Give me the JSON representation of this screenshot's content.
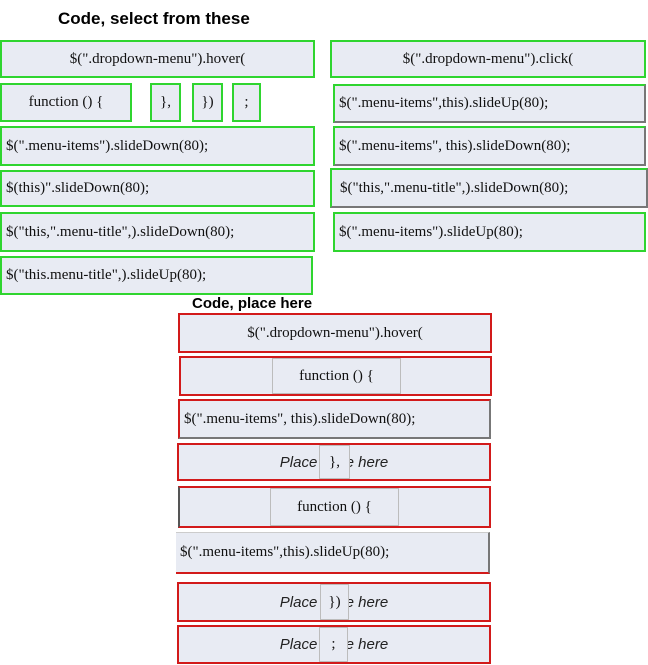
{
  "source_heading": "Code, select from these",
  "target_heading": "Code, place here",
  "source_items": [
    "$(\".dropdown-menu\").hover(",
    "$(\".dropdown-menu\").click(",
    "function () {",
    "},",
    "})",
    ";",
    "$(\".menu-items\",this).slideUp(80);",
    "$(\".menu-items\").slideDown(80);",
    "$(\".menu-items\", this).slideDown(80);",
    "$(this)\".slideDown(80);",
    "$(\"this,\".menu-title\",).slideDown(80);",
    "$(\"this,\".menu-title\",).slideDown(80);",
    "$(\".menu-items\").slideUp(80);",
    "$(\"this.menu-title\",).slideUp(80);"
  ],
  "placeholder_text": "Place code here",
  "target_items": [
    "$(\".dropdown-menu\").hover(",
    "function () {",
    "$(\".menu-items\", this).slideDown(80);",
    "},",
    "function () {",
    "$(\".menu-items\",this).slideUp(80);",
    "})",
    ";"
  ]
}
